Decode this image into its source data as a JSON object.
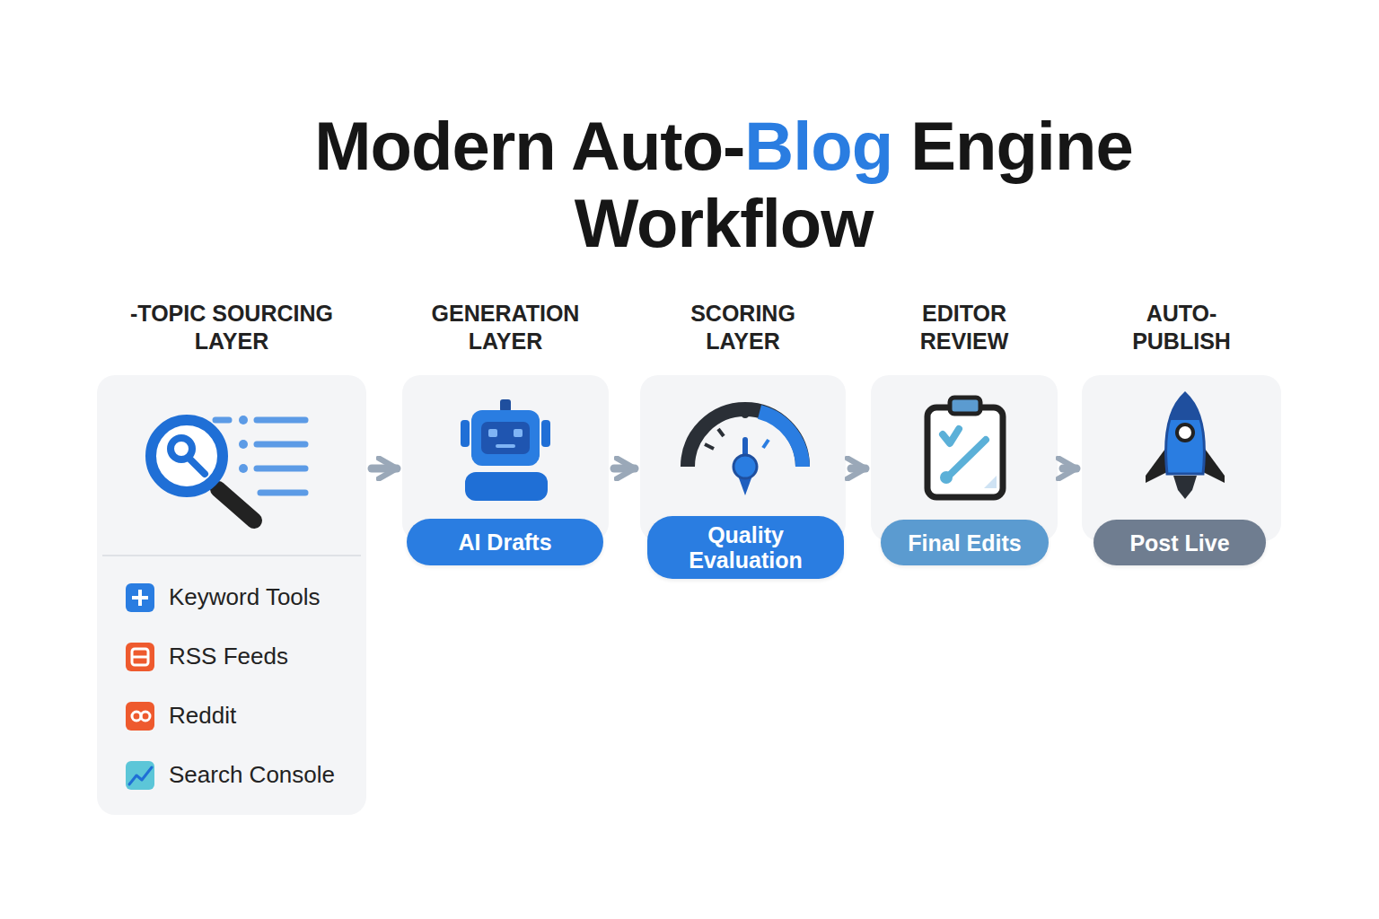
{
  "diagram": {
    "title": "Modern Auto-Blog Engine Workflow",
    "nodes": [
      {
        "text": [
          "-TOPIC SOURCING LAYER",
          "Keyword Tools",
          "RSS Feeds",
          "Reddit",
          "Search Console"
        ]
      },
      {
        "text": [
          "GENERATION LAYER"
        ]
      },
      {
        "text": [
          "AI Drafts"
        ],
        "in": 1
      },
      {
        "text": [
          "SCORING LAYER"
        ]
      },
      {
        "text": [
          "Quality Evaluation"
        ],
        "in": 3
      },
      {
        "text": [
          "EDITOR REVIEW"
        ]
      },
      {
        "text": [
          "Final Edits"
        ],
        "in": 5
      },
      {
        "text": [
          "AUTO- PUBLISH"
        ]
      },
      {
        "text": [
          "Post Live"
        ],
        "in": 7
      }
    ],
    "edges": [
      {
        "from": 0,
        "to": 1,
        "arrow": "to"
      },
      {
        "from": 1,
        "to": 3,
        "arrow": "to"
      },
      {
        "from": 3,
        "to": 5,
        "arrow": "to"
      },
      {
        "from": 5,
        "to": 7,
        "arrow": "to"
      }
    ]
  }
}
